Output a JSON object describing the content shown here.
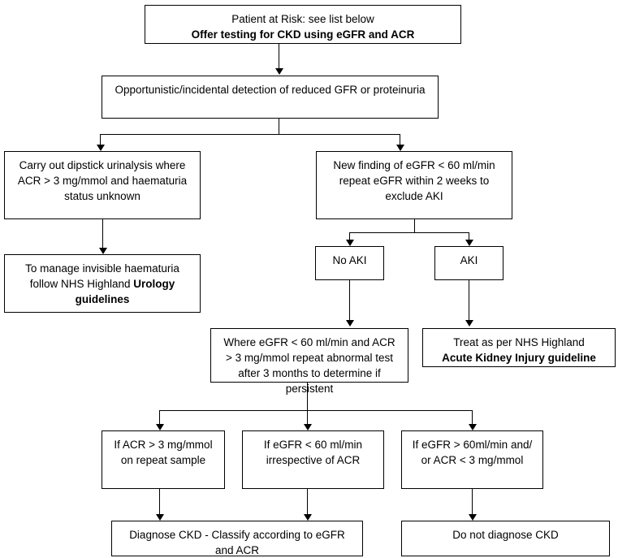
{
  "chart": {
    "title": "CKD detection and diagnosis pathway",
    "type": "flowchart",
    "orientation": "top-down",
    "background": "#ffffff",
    "line_color": "#000000",
    "box_fill": "#ffffff",
    "text_color": "#000000"
  },
  "nodes": {
    "patient_at_risk": {
      "line1": "Patient at Risk: see list below",
      "line2": "Offer testing for CKD using eGFR and ACR"
    },
    "opportunistic": {
      "line1": "Opportunistic/incidental detection of reduced GFR or proteinuria"
    },
    "dipstick": {
      "line1": "Carry out dipstick urinalysis where",
      "line2": "ACR > 3 mg/mmol and haematuria",
      "line3": "status unknown"
    },
    "new_finding": {
      "line1": "New finding of eGFR < 60 ml/min",
      "line2": "repeat eGFR within 2 weeks to",
      "line3": "exclude AKI"
    },
    "haematuria_manage": {
      "line1": "To manage invisible haematuria",
      "line2a": "follow NHS Highland ",
      "line2b": "Urology",
      "line3": "guidelines"
    },
    "no_aki": {
      "line1": "No AKI"
    },
    "aki": {
      "line1": "AKI"
    },
    "repeat_abnormal": {
      "line1": "Where eGFR < 60 ml/min and ACR",
      "line2": "> 3 mg/mmol repeat abnormal test",
      "line3": "after 3 months to determine if",
      "line4": "persistent"
    },
    "treat_aki": {
      "line1": "Treat as per NHS Highland",
      "line2": "Acute Kidney Injury guideline"
    },
    "branch_acr": {
      "line1": "If ACR > 3 mg/mmol",
      "line2": "on repeat sample"
    },
    "branch_egfr": {
      "line1": "If eGFR < 60 ml/min",
      "line2": "irrespective of ACR"
    },
    "branch_normal": {
      "line1": "If eGFR > 60ml/min and/",
      "line2": "or ACR < 3 mg/mmol"
    },
    "diagnose_ckd": {
      "line1": "Diagnose CKD - Classify according to eGFR",
      "line2": "and ACR"
    },
    "no_ckd": {
      "line1": "Do not diagnose CKD"
    }
  }
}
